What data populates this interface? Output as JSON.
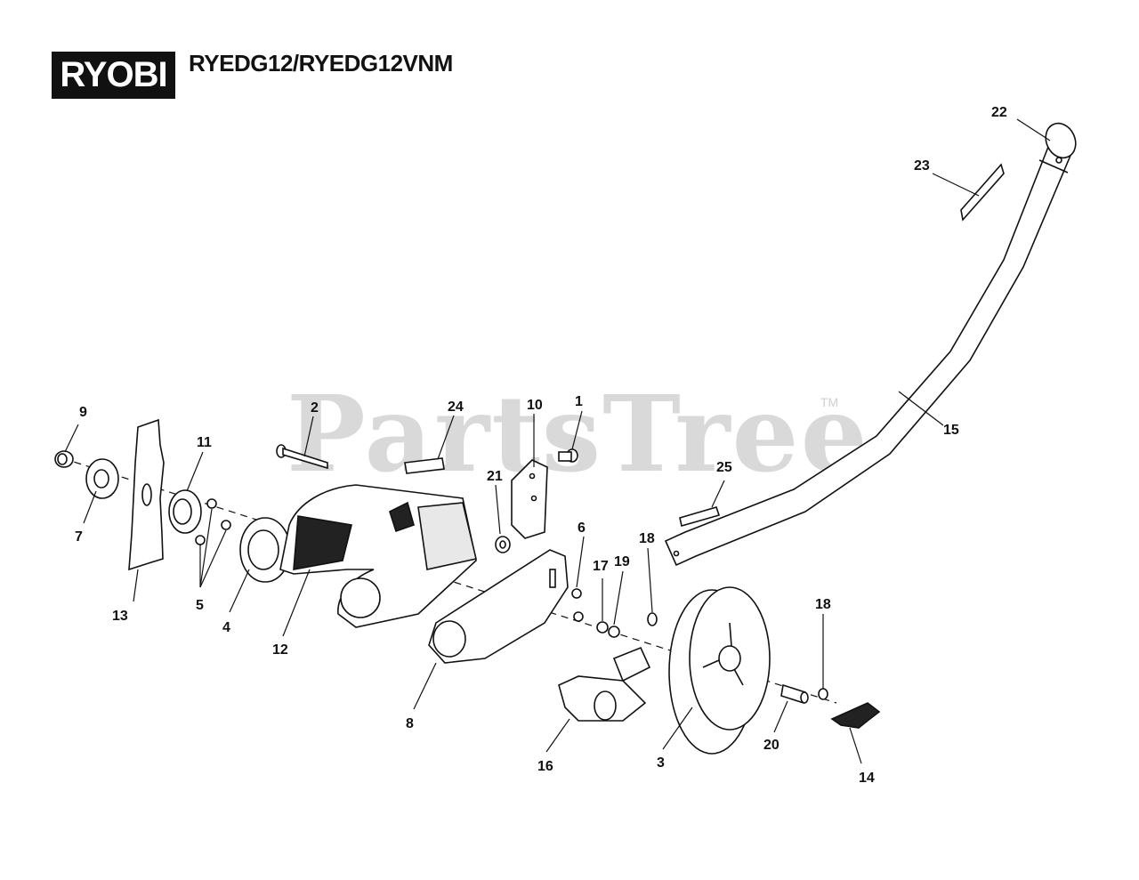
{
  "header": {
    "brand_logo_text": "RYOBI",
    "model": "RYEDG12/RYEDG12VNM"
  },
  "watermark": {
    "text": "PartsTree",
    "tm": "TM"
  },
  "callouts": [
    "1",
    "2",
    "3",
    "4",
    "5",
    "6",
    "7",
    "8",
    "9",
    "10",
    "11",
    "12",
    "13",
    "14",
    "15",
    "16",
    "17",
    "18",
    "18",
    "19",
    "20",
    "21",
    "22",
    "23",
    "24",
    "25"
  ],
  "colors": {
    "line": "#111111",
    "watermark": "#d9d9d9",
    "part_fill": "#ffffff",
    "dark_part": "#222222"
  }
}
